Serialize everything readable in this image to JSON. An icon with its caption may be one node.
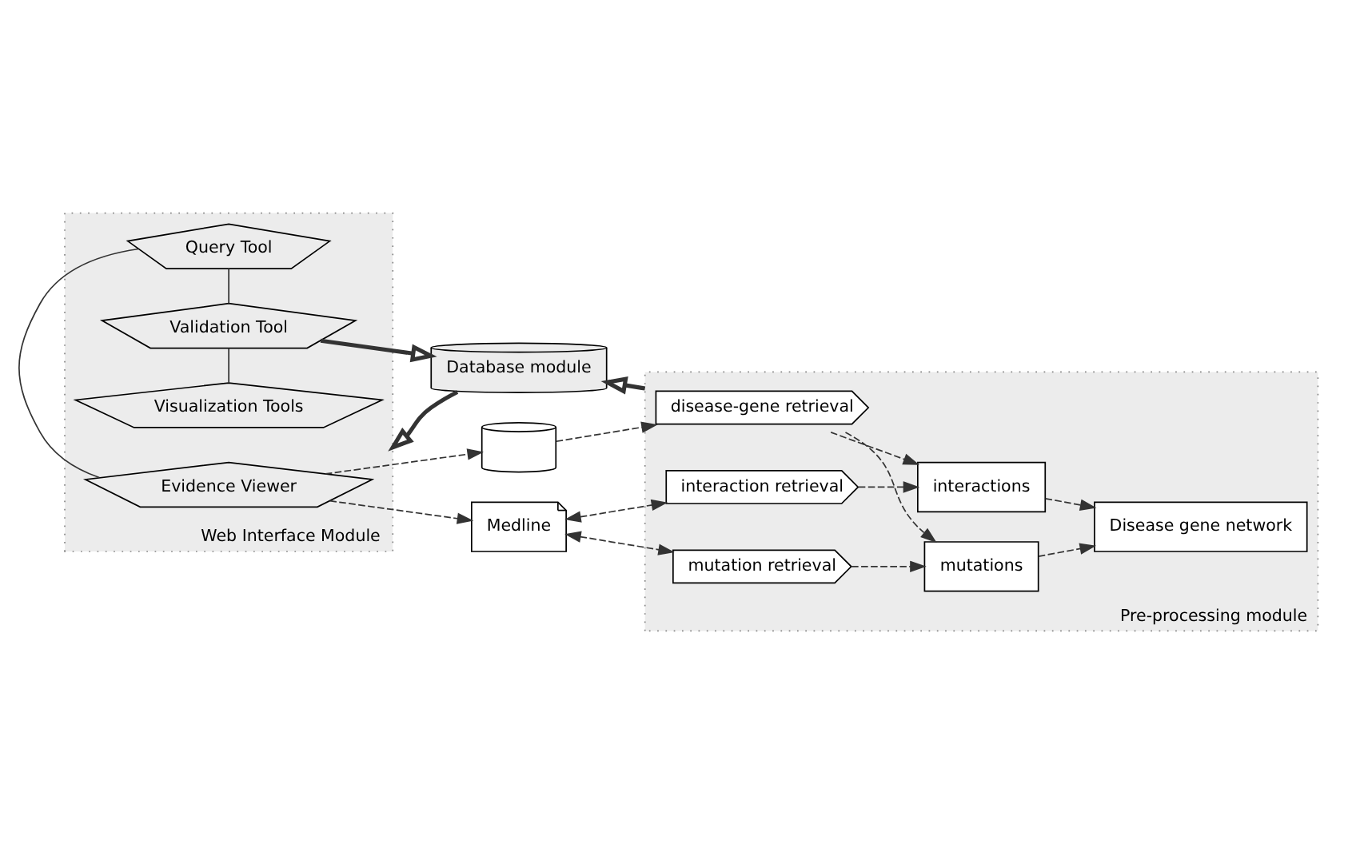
{
  "diagram": {
    "nodes": [
      {
        "text": [
          "Pre-processing module"
        ]
      },
      {
        "text": [],
        "shape": "cylinder"
      },
      {
        "text": [
          "Medline"
        ]
      },
      {
        "text": [
          "disease-gene retrieval"
        ],
        "in": 0
      },
      {
        "text": [
          "interaction retrieval"
        ],
        "in": 0
      },
      {
        "text": [
          "mutation retrieval"
        ],
        "in": 0
      },
      {
        "text": [
          "interactions"
        ],
        "in": 0
      },
      {
        "text": [
          "mutations"
        ],
        "in": 0
      },
      {
        "text": [
          "Disease gene network"
        ],
        "in": 0
      },
      {
        "text": [
          "Database module"
        ]
      },
      {
        "text": [
          "Web Interface Module"
        ]
      },
      {
        "text": [
          "Evidence Viewer"
        ],
        "in": 10
      },
      {
        "text": [
          "Query Tool"
        ],
        "in": 10
      },
      {
        "text": [
          "Validation Tool"
        ],
        "in": 10
      },
      {
        "text": [
          "Visualization Tools"
        ],
        "in": 10
      }
    ],
    "edges": [
      {
        "from": 1,
        "to": 3,
        "arrow": "to",
        "style": "dashed"
      },
      {
        "from": 2,
        "to": 4,
        "arrow": "both",
        "style": "dashed"
      },
      {
        "from": 2,
        "to": 5,
        "arrow": "both",
        "style": "dashed"
      },
      {
        "from": 3,
        "to": 6,
        "arrow": "to",
        "style": "dashed"
      },
      {
        "from": 3,
        "to": 7,
        "arrow": "to",
        "style": "dashed"
      },
      {
        "from": 4,
        "to": 6,
        "arrow": "to",
        "style": "dashed"
      },
      {
        "from": 5,
        "to": 7,
        "arrow": "to",
        "style": "dashed"
      },
      {
        "from": 6,
        "to": 8,
        "arrow": "to",
        "style": "dashed"
      },
      {
        "from": 7,
        "to": 8,
        "arrow": "to",
        "style": "dashed"
      },
      {
        "from": 0,
        "to": 9,
        "arrow": "to",
        "style": "thick"
      },
      {
        "from": 9,
        "to": 10,
        "arrow": "to",
        "style": "thick"
      },
      {
        "from": 13,
        "to": 9,
        "arrow": "to",
        "style": "thick"
      },
      {
        "from": 11,
        "to": 1,
        "arrow": "to",
        "style": "dashed"
      },
      {
        "from": 11,
        "to": 2,
        "arrow": "to",
        "style": "dashed"
      },
      {
        "from": 11,
        "to": 12,
        "arrow": "none"
      },
      {
        "from": 12,
        "to": 13,
        "arrow": "none"
      },
      {
        "from": 13,
        "to": 14,
        "arrow": "none"
      }
    ]
  }
}
